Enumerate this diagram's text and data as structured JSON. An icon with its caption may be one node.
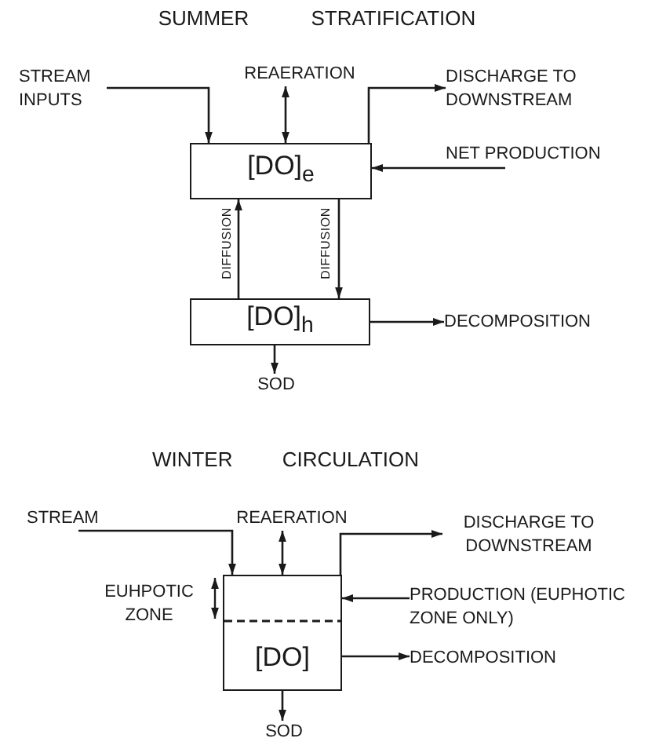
{
  "diagram": {
    "nodes": [
      {
        "text": [
          "STREAM INPUTS"
        ]
      },
      {
        "text": [
          "REAERATION"
        ]
      },
      {
        "text": [
          "DISCHARGE TO DOWNSTREAM"
        ]
      },
      {
        "text": [
          "[DO]$_{e}$"
        ]
      },
      {
        "text": [
          "NET PRODUCTION"
        ]
      },
      {
        "text": [
          "[DO]$_{h}$"
        ]
      },
      {
        "text": [
          "DECOMPOSITION"
        ]
      },
      {
        "text": [
          "SOD"
        ]
      },
      {
        "text": [
          "STREAM"
        ]
      },
      {
        "text": [
          "REAERATION"
        ]
      },
      {
        "text": [
          "DISCHARGE TO DOWNSTREAM"
        ]
      },
      {
        "text": [
          "[DO]"
        ]
      },
      {
        "text": [
          "PRODUCTION (EUPHOTIC ZONE ONLY)"
        ]
      },
      {
        "text": [
          "DECOMPOSITION"
        ]
      },
      {
        "text": [
          "SOD"
        ]
      }
    ],
    "edges": [
      {
        "from": 0,
        "to": 3,
        "arrow": "to"
      },
      {
        "from": 3,
        "to": 1,
        "arrow": "both"
      },
      {
        "from": 3,
        "to": 2,
        "arrow": "to"
      },
      {
        "from": 4,
        "to": 3,
        "arrow": "to"
      },
      {
        "from": 5,
        "to": 3,
        "arrow": "to",
        "label": "DIFFUSION"
      },
      {
        "from": 3,
        "to": 5,
        "arrow": "to",
        "label": "DIFFUSION"
      },
      {
        "from": 5,
        "to": 6,
        "arrow": "to"
      },
      {
        "from": 5,
        "to": 7,
        "arrow": "to"
      },
      {
        "from": 8,
        "to": 11,
        "arrow": "to"
      },
      {
        "from": 11,
        "to": 9,
        "arrow": "both"
      },
      {
        "from": 11,
        "to": 10,
        "arrow": "to"
      },
      {
        "from": 12,
        "to": 11,
        "arrow": "to"
      },
      {
        "from": 11,
        "to": 13,
        "arrow": "to"
      },
      {
        "from": 11,
        "to": 14,
        "arrow": "to"
      }
    ],
    "labels": [
      "SUMMER STRATIFICATION",
      "WINTER CIRCULATION",
      "EUHPOTIC ZONE"
    ]
  }
}
